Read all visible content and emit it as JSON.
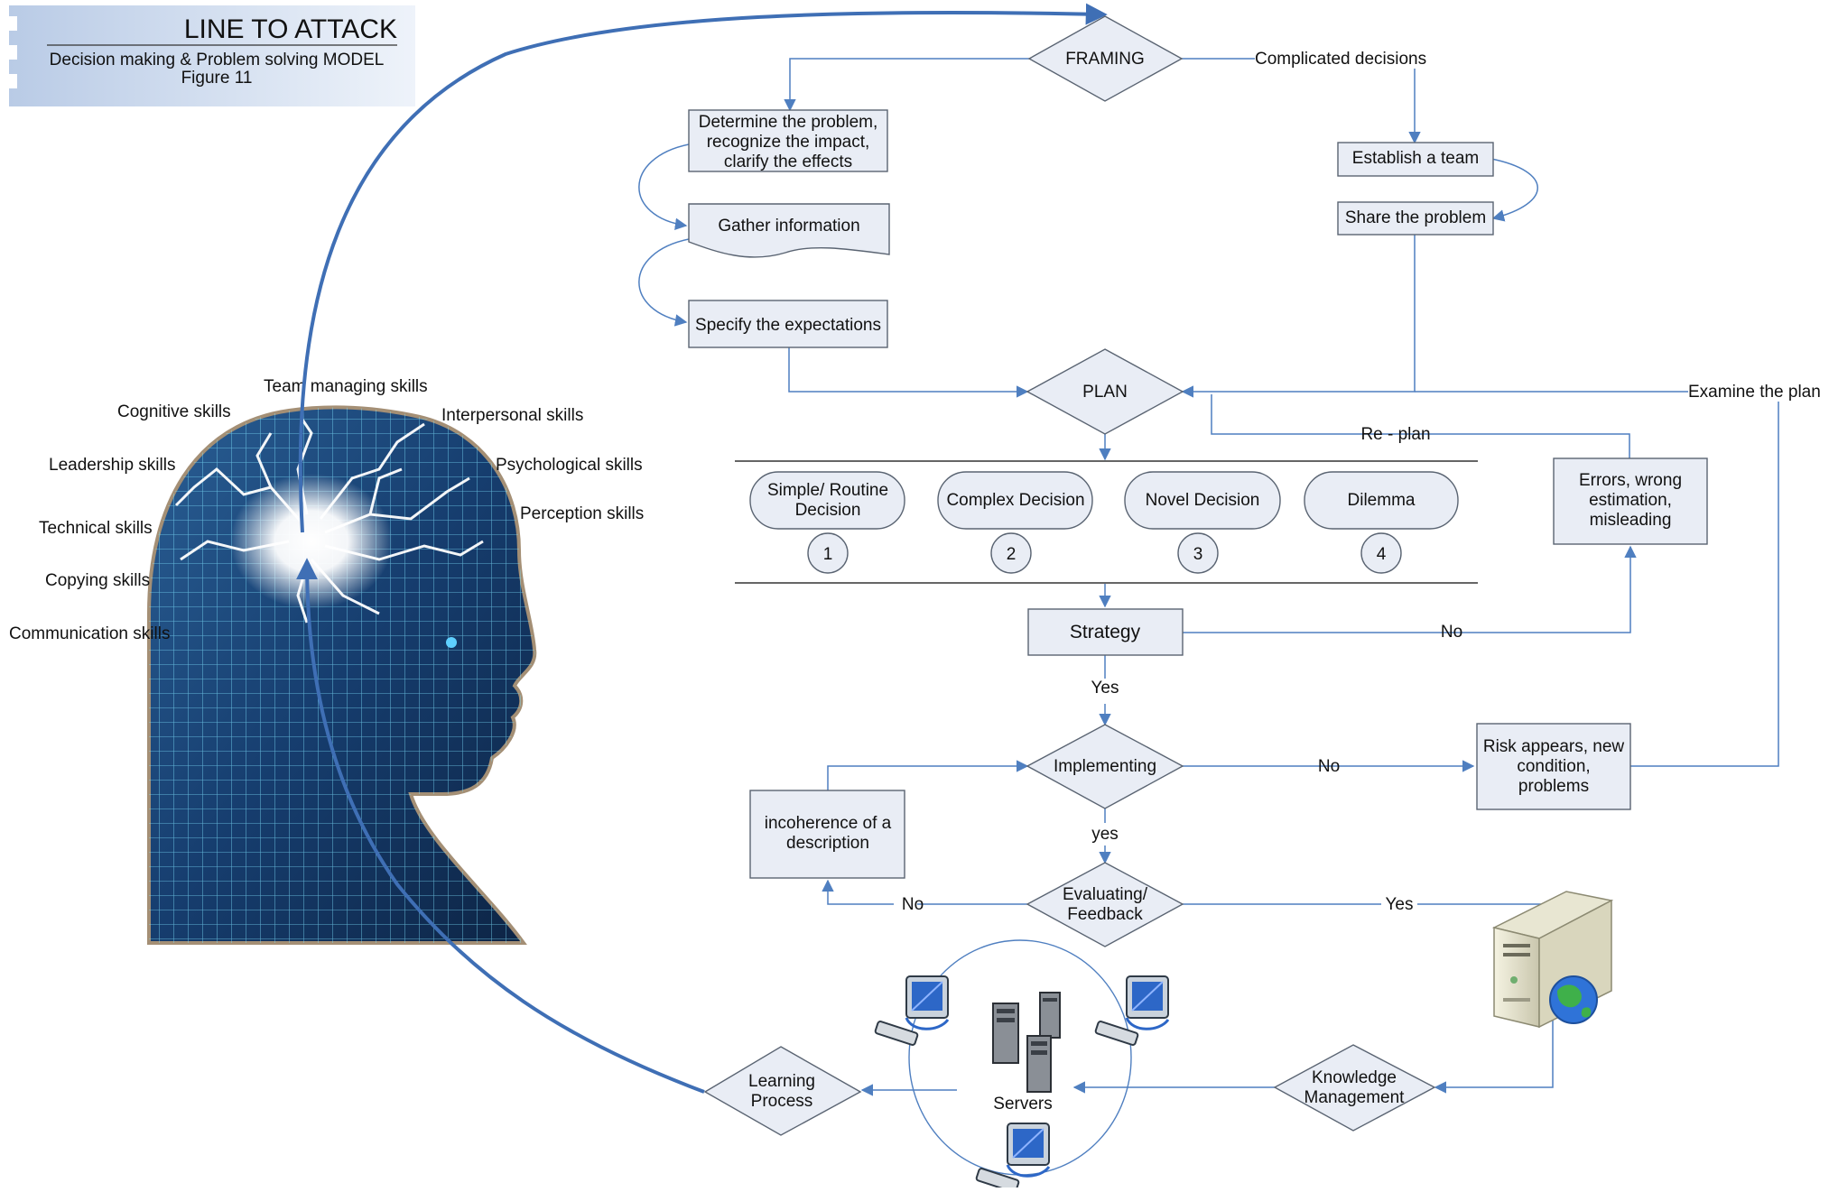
{
  "header": {
    "title": "LINE TO ATTACK",
    "subtitle": "Decision making & Problem solving MODEL",
    "figure": "Figure 11"
  },
  "skills": [
    "Team managing skills",
    "Cognitive skills",
    "Interpersonal skills",
    "Leadership skills",
    "Psychological skills",
    "Perception skills",
    "Technical skills",
    "Copying skills",
    "Communication skills"
  ],
  "nodes": {
    "framing": "FRAMING",
    "complicated": "Complicated decisions",
    "determine": [
      "Determine the problem,",
      "recognize the impact,",
      "clarify the effects"
    ],
    "gather": "Gather information",
    "specify": "Specify the expectations",
    "establish": "Establish a team",
    "share": "Share the problem",
    "plan": "PLAN",
    "examine": "Examine the plan",
    "replan": "Re - plan",
    "errors": [
      "Errors, wrong",
      "estimation,",
      "misleading"
    ],
    "strategy": "Strategy",
    "implementing": "Implementing",
    "risk": [
      "Risk appears, new",
      "condition,",
      "problems"
    ],
    "incoherence": [
      "incoherence of a",
      "description"
    ],
    "evaluating": [
      "Evaluating/",
      "Feedback"
    ],
    "knowledge": [
      "Knowledge",
      "Management"
    ],
    "servers": "Servers",
    "learning": [
      "Learning",
      "Process"
    ]
  },
  "decision_types": [
    {
      "label": [
        "Simple/ Routine",
        "Decision"
      ],
      "num": "1"
    },
    {
      "label": [
        "Complex Decision"
      ],
      "num": "2"
    },
    {
      "label": [
        "Novel Decision"
      ],
      "num": "3"
    },
    {
      "label": [
        "Dilemma"
      ],
      "num": "4"
    }
  ],
  "edge_labels": {
    "yes_strategy": "Yes",
    "no_strategy": "No",
    "no_implementing": "No",
    "yes_implementing": "yes",
    "no_evaluating": "No",
    "yes_evaluating": "Yes"
  },
  "colors": {
    "box_fill": "#e9edf5",
    "box_stroke": "#5a6472",
    "connector": "#4f7fc0",
    "big_arrow": "#3f6fb5",
    "head_glow": "#5fd0ff"
  },
  "icons": [
    "human-head-illustration",
    "computer-monitor-icon",
    "server-rack-icon",
    "web-server-globe-icon"
  ]
}
